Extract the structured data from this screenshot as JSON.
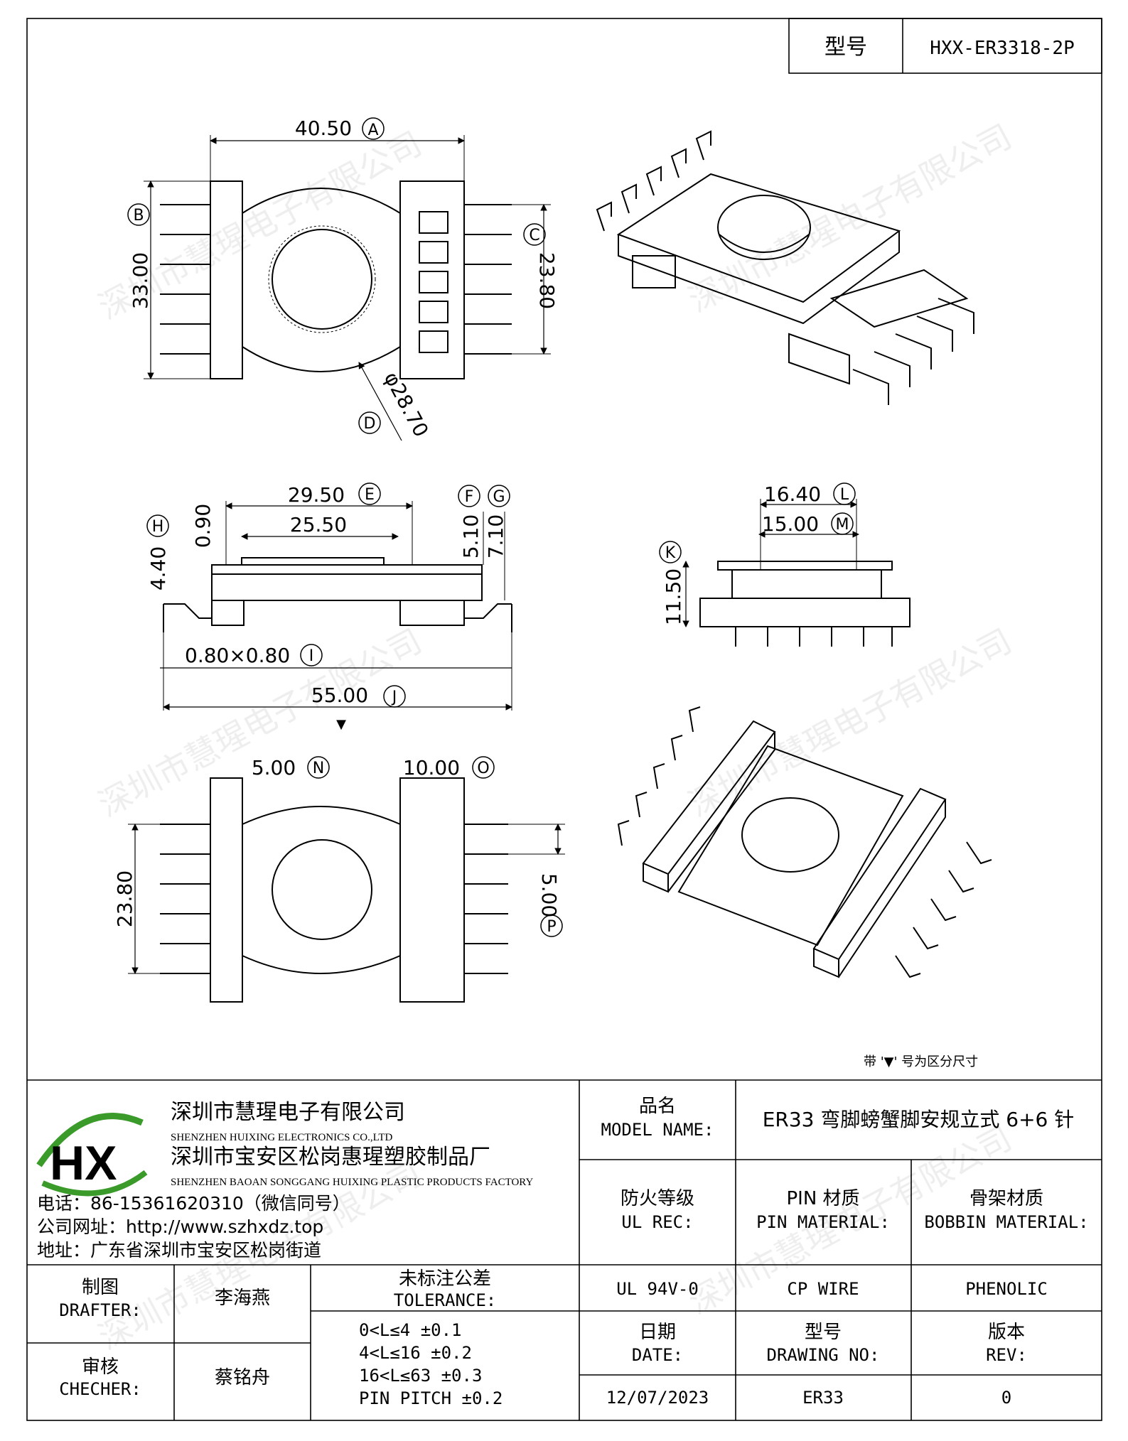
{
  "header": {
    "model_label": "型号",
    "model_value": "HXX-ER3318-2P"
  },
  "watermark": "深圳市慧瑆电子有限公司",
  "dimensions": {
    "top_view": {
      "width": "40.50",
      "width_ref": "A",
      "height": "33.00",
      "height_ref": "B",
      "pin_span": "23.80",
      "pin_span_ref": "C",
      "diameter": "φ28.70",
      "diameter_ref": "D"
    },
    "side_view": {
      "top_len": "29.50",
      "top_ref": "E",
      "inner_len": "25.50",
      "thick": "0.90",
      "h_f": "5.10",
      "f_ref": "F",
      "h_g": "7.10",
      "g_ref": "G",
      "h_h": "4.40",
      "h_ref": "H",
      "pin_size": "0.80×0.80",
      "pin_ref": "I",
      "total_len": "55.00",
      "total_ref": "J"
    },
    "end_view": {
      "w_l": "16.40",
      "l_ref": "L",
      "w_m": "15.00",
      "m_ref": "M",
      "h_k": "11.50",
      "k_ref": "K"
    },
    "bottom_view": {
      "n": "5.00",
      "n_ref": "N",
      "o": "10.00",
      "o_ref": "O",
      "span": "23.80",
      "p": "5.00",
      "p_ref": "P"
    }
  },
  "note": "带 '▼' 号为区分尺寸",
  "company": {
    "name_cn": "深圳市慧瑆电子有限公司",
    "name_en": "SHENZHEN HUIXING ELECTRONICS CO.,LTD",
    "factory_cn": "深圳市宝安区松岗惠瑆塑胶制品厂",
    "factory_en": "SHENZHEN BAOAN SONGGANG HUIXING PLASTIC PRODUCTS FACTORY",
    "phone": "电话：86-15361620310（微信同号）",
    "website": "公司网址：http://www.szhxdz.top",
    "address": "地址：广东省深圳市宝安区松岗街道",
    "logo_text": "HX",
    "logo_color_green": "#3a9a2a",
    "logo_color_yellow": "#f2c200"
  },
  "title_block": {
    "model_name_cn": "品名",
    "model_name_en": "MODEL NAME:",
    "model_name_value": "ER33 弯脚螃蟹脚安规立式 6+6 针",
    "ul_cn": "防火等级",
    "ul_en": "UL REC:",
    "pin_cn": "PIN 材质",
    "pin_en": "PIN MATERIAL:",
    "bobbin_cn": "骨架材质",
    "bobbin_en": "BOBBIN MATERIAL:",
    "ul_value": "UL 94V-0",
    "pin_value": "CP WIRE",
    "bobbin_value": "PHENOLIC",
    "date_cn": "日期",
    "date_en": "DATE:",
    "drawing_cn": "型号",
    "drawing_en": "DRAWING NO:",
    "rev_cn": "版本",
    "rev_en": "REV:",
    "date_value": "12/07/2023",
    "drawing_value": "ER33",
    "rev_value": "0",
    "drafter_cn": "制图",
    "drafter_en": "DRAFTER:",
    "drafter_name": "李海燕",
    "checker_cn": "审核",
    "checker_en": "CHECHER:",
    "checker_name": "蔡铭舟",
    "tolerance_cn": "未标注公差",
    "tolerance_en": "TOLERANCE:",
    "tolerance_lines": [
      "0<L≤4   ±0.1",
      "4<L≤16  ±0.2",
      "16<L≤63 ±0.3",
      "PIN PITCH ±0.2"
    ]
  }
}
